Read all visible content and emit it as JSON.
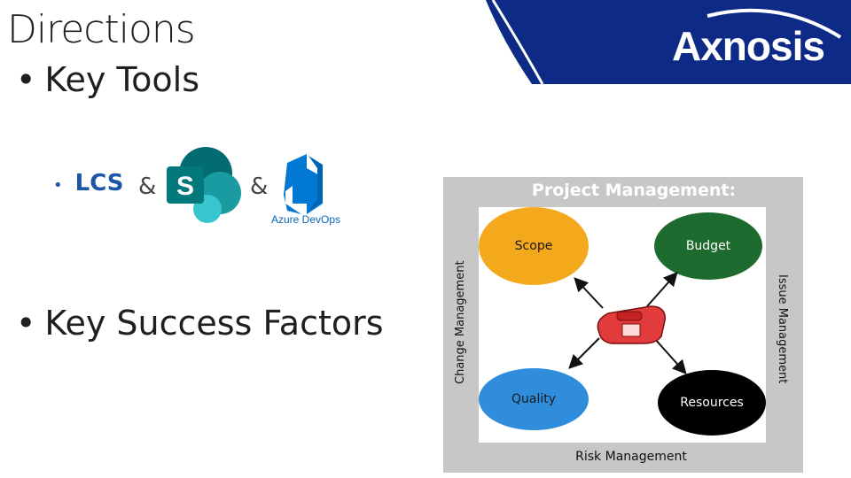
{
  "slide": {
    "title": "Directions",
    "bullet_key_tools": "Key Tools",
    "bullet_key_success": "Key Success Factors",
    "bullet_char": "•"
  },
  "tools": {
    "sub_bullet_char": "•",
    "lcs_label": "LCS",
    "ampersand": "&",
    "sharepoint_letter": "S",
    "azure_devops_label": "Azure DevOps"
  },
  "logo": {
    "text": "Axnosis",
    "banner_color": "#0d2a86"
  },
  "project_management": {
    "title": "Project Management:",
    "left_label": "Change Management",
    "right_label": "Issue Management",
    "bottom_label": "Risk Management",
    "nodes": {
      "scope": "Scope",
      "budget": "Budget",
      "quality": "Quality",
      "resources": "Resources"
    },
    "colors": {
      "scope": "#f4a81c",
      "budget": "#1e6b2f",
      "quality": "#2f8ddc",
      "resources": "#000000",
      "phone": "#e23b3b"
    }
  }
}
